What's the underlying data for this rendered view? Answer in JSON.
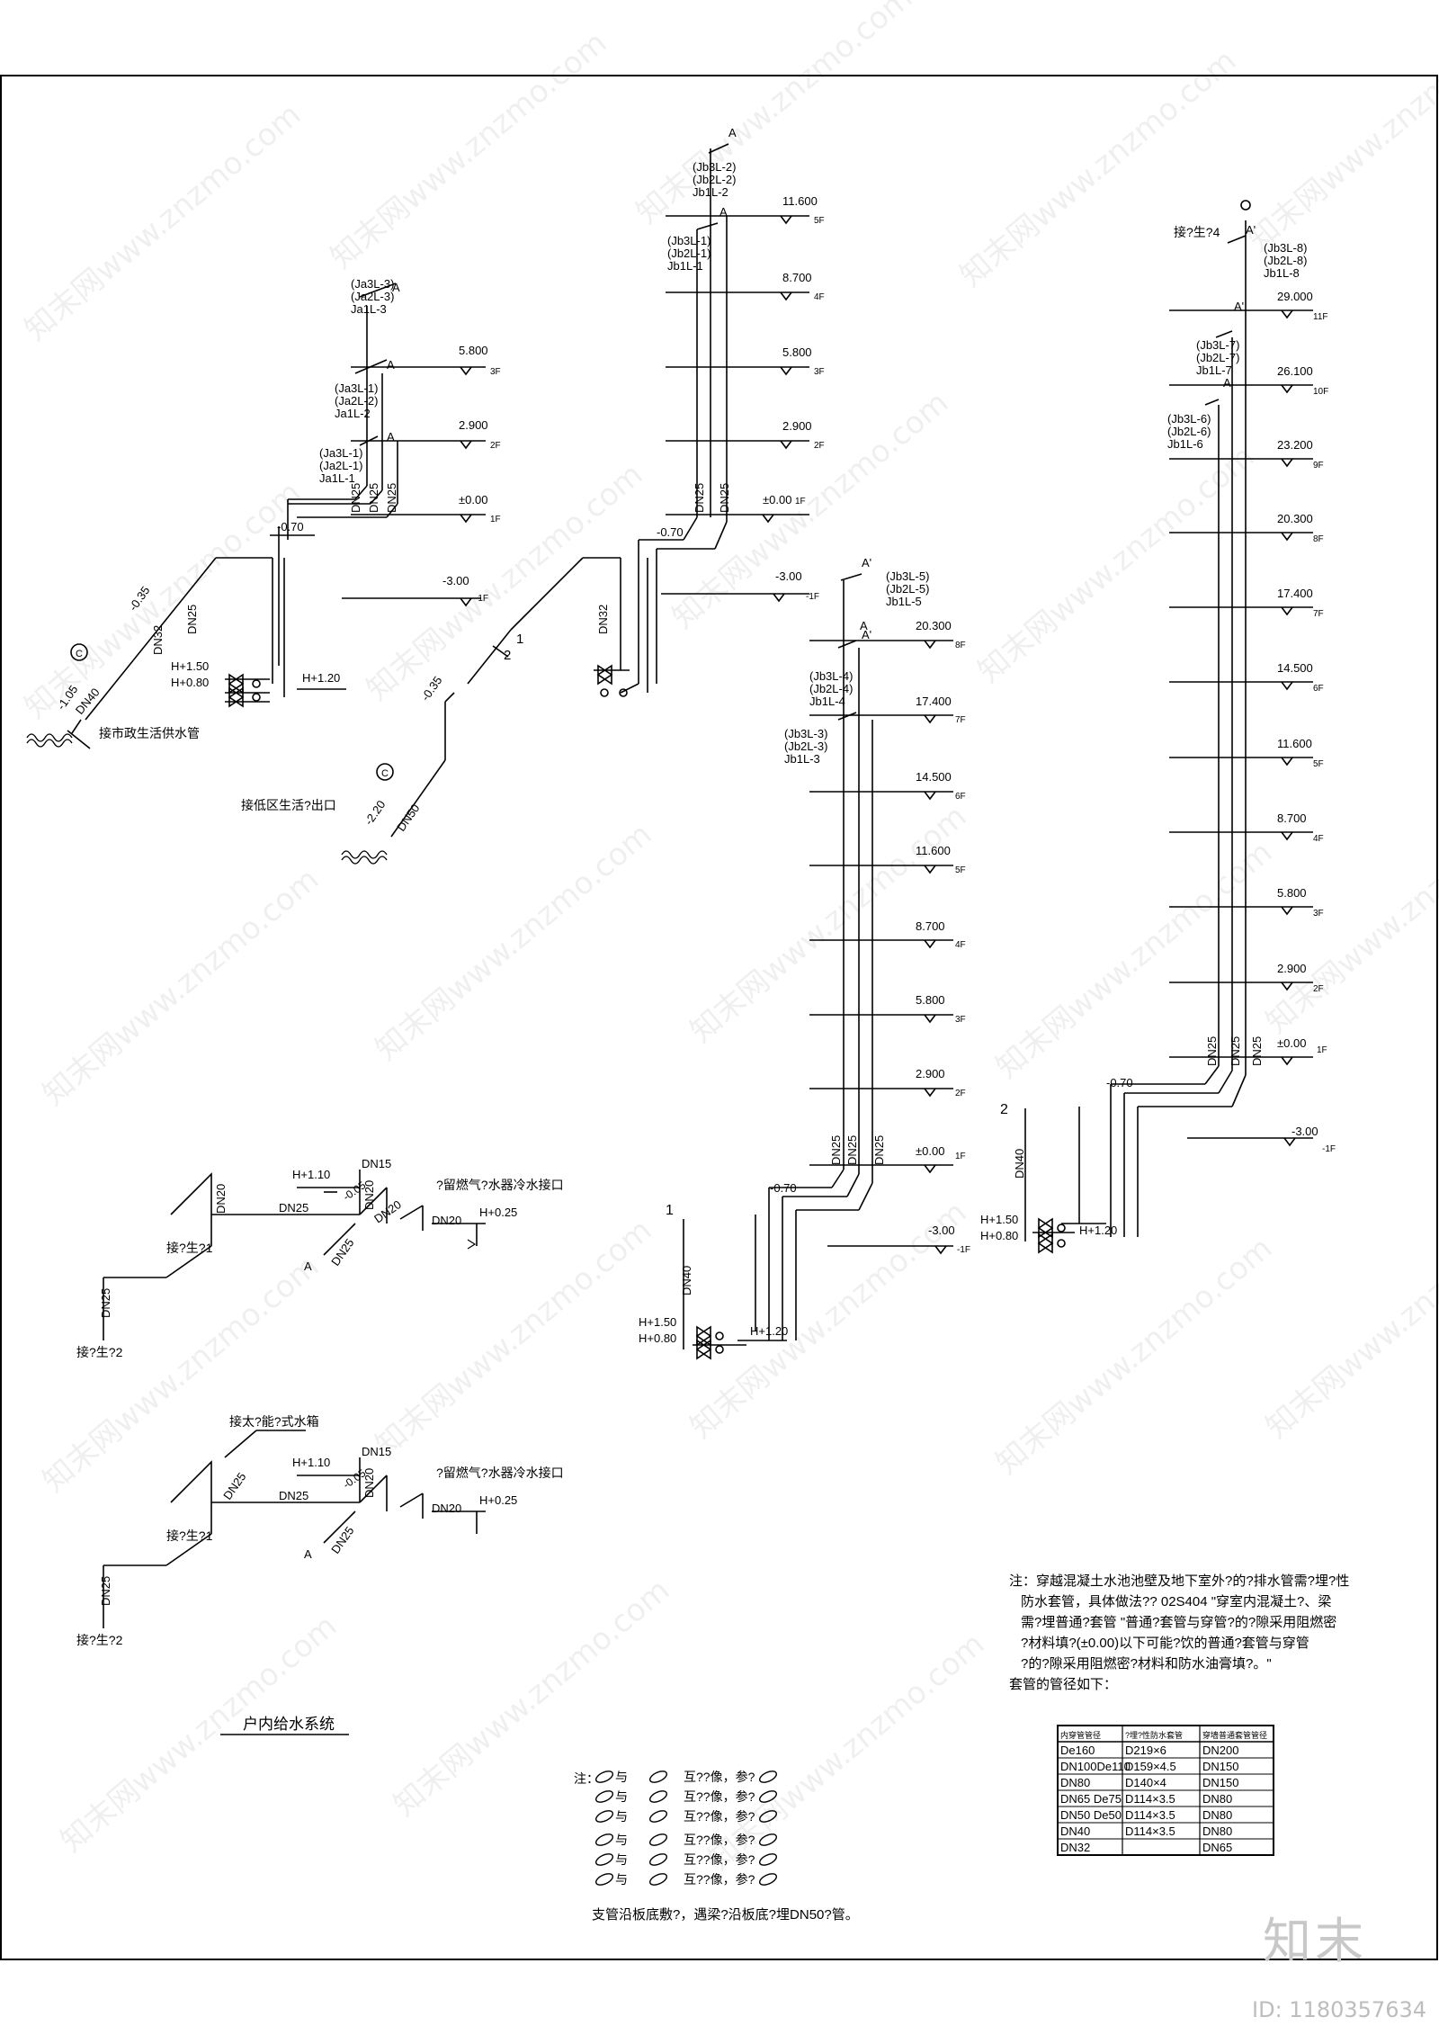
{
  "risers": {
    "A": {
      "tags": [
        {
          "lines": [
            "(Ja3L-3)",
            "(Ja2L-3)",
            "Ja1L-3"
          ]
        },
        {
          "lines": [
            "(Ja3L-1)",
            "(Ja2L-2)",
            "Ja1L-2"
          ]
        },
        {
          "lines": [
            "(Ja3L-1)",
            "(Ja2L-1)",
            "Ja1L-1"
          ]
        }
      ],
      "floors": [
        {
          "elev": "5.800",
          "floor": "3F"
        },
        {
          "elev": "2.900",
          "floor": "2F"
        },
        {
          "elev": "±0.00",
          "floor": "1F"
        },
        {
          "elev": "-3.00",
          "floor": "-1F"
        }
      ],
      "labels": {
        "pipe1": "DN25",
        "pipe2": "DN25",
        "pipe3": "DN25",
        "branch1": "DN32",
        "branch2": "DN25",
        "main": "DN40",
        "elev1": "-0.70",
        "elev2": "-0.35",
        "elev3": "-1.05",
        "h150": "H+1.50",
        "h080": "H+0.80",
        "h120": "H+1.20",
        "mark": "C",
        "connect": "接市政生活供水管"
      }
    },
    "B": {
      "tags": [
        {
          "lines": [
            "(Jb3L-2)",
            "(Jb2L-2)",
            "Jb1L-2"
          ]
        },
        {
          "lines": [
            "(Jb3L-1)",
            "(Jb2L-1)",
            "Jb1L-1"
          ]
        }
      ],
      "floors": [
        {
          "elev": "11.600",
          "floor": "5F"
        },
        {
          "elev": "8.700",
          "floor": "4F"
        },
        {
          "elev": "5.800",
          "floor": "3F"
        },
        {
          "elev": "2.900",
          "floor": "2F"
        },
        {
          "elev": "±0.00",
          "floor": "1F"
        },
        {
          "elev": "-3.00",
          "floor": "-1F"
        }
      ],
      "labels": {
        "pipe1": "DN25",
        "pipe2": "DN25",
        "main": "DN32",
        "main2": "DN50",
        "elev1": "-0.70",
        "elev2": "-0.35",
        "elev3": "-2.20",
        "mark": "C",
        "n1": "1",
        "n2": "2",
        "connect": "接低区生活?出口"
      }
    },
    "C": {
      "tags": [
        {
          "lines": [
            "(Jb3L-5)",
            "(Jb2L-5)",
            "Jb1L-5"
          ]
        },
        {
          "lines": [
            "(Jb3L-4)",
            "(Jb2L-4)",
            "Jb1L-4"
          ]
        },
        {
          "lines": [
            "(Jb3L-3)",
            "(Jb2L-3)",
            "Jb1L-3"
          ]
        }
      ],
      "floors": [
        {
          "elev": "20.300",
          "floor": "8F"
        },
        {
          "elev": "17.400",
          "floor": "7F"
        },
        {
          "elev": "14.500",
          "floor": "6F"
        },
        {
          "elev": "11.600",
          "floor": "5F"
        },
        {
          "elev": "8.700",
          "floor": "4F"
        },
        {
          "elev": "5.800",
          "floor": "3F"
        },
        {
          "elev": "2.900",
          "floor": "2F"
        },
        {
          "elev": "±0.00",
          "floor": "1F"
        },
        {
          "elev": "-3.00",
          "floor": "-1F"
        }
      ],
      "labels": {
        "pipe1": "DN25",
        "pipe2": "DN25",
        "pipe3": "DN25",
        "main": "DN40",
        "elev1": "-0.70",
        "h150": "H+1.50",
        "h080": "H+0.80",
        "h120": "H+1.20",
        "n1": "1"
      }
    },
    "D": {
      "tags": [
        {
          "lines": [
            "(Jb3L-8)",
            "(Jb2L-8)",
            "Jb1L-8"
          ]
        },
        {
          "lines": [
            "(Jb3L-7)",
            "(Jb2L-7)",
            "Jb1L-7"
          ]
        },
        {
          "lines": [
            "(Jb3L-6)",
            "(Jb2L-6)",
            "Jb1L-6"
          ]
        }
      ],
      "floors": [
        {
          "elev": "29.000",
          "floor": "11F"
        },
        {
          "elev": "26.100",
          "floor": "10F"
        },
        {
          "elev": "23.200",
          "floor": "9F"
        },
        {
          "elev": "20.300",
          "floor": "8F"
        },
        {
          "elev": "17.400",
          "floor": "7F"
        },
        {
          "elev": "14.500",
          "floor": "6F"
        },
        {
          "elev": "11.600",
          "floor": "5F"
        },
        {
          "elev": "8.700",
          "floor": "4F"
        },
        {
          "elev": "5.800",
          "floor": "3F"
        },
        {
          "elev": "2.900",
          "floor": "2F"
        },
        {
          "elev": "±0.00",
          "floor": "1F"
        },
        {
          "elev": "-3.00",
          "floor": "-1F"
        }
      ],
      "labels": {
        "pipe1": "DN25",
        "pipe2": "DN25",
        "pipe3": "DN25",
        "main": "DN40",
        "elev1": "-0.70",
        "h150": "H+1.50",
        "h080": "H+0.80",
        "h120": "H+1.20",
        "n2": "2",
        "top": "接?生?4"
      }
    }
  },
  "markers": {
    "A": "A",
    "Aprime": "A'"
  },
  "household1": {
    "dn15": "DN15",
    "h110": "H+1.10",
    "dn20a": "DN20",
    "dn20b": "DN20",
    "dn20c": "DN20",
    "dn25a": "DN25",
    "dn25b": "DN25",
    "dn25c": "DN25",
    "elev": "-0.05",
    "gas": "?留燃气?水器冷水接口",
    "h025": "H+0.25",
    "conn1": "接?生?1",
    "conn2": "接?生?2",
    "mark": "A"
  },
  "household2": {
    "dn15": "DN15",
    "h110": "H+1.10",
    "dn20a": "DN20",
    "dn20b": "DN20",
    "dn25a": "DN25",
    "dn25b": "DN25",
    "dn25c": "DN25",
    "elev": "-0.05",
    "gas": "?留燃气?水器冷水接口",
    "h025": "H+0.25",
    "conn1": "接?生?1",
    "conn2": "接?生?2",
    "solar": "接太?能?式水箱",
    "mark": "A"
  },
  "caption": "户内给水系统",
  "note_main": {
    "lines": [
      "注：穿越混凝土水池池壁及地下室外?的?排水管需?埋?性",
      "防水套管，具体做法??  02S404 \"穿室内混凝土?、梁",
      "需?埋普通?套管 \"普通?套管与穿管?的?隙采用阻燃密",
      "?材料填?(±0.00)以下可能?饮的普通?套管与穿管",
      "?的?隙采用阻燃密?材料和防水油膏填?。\"",
      "套管的管径如下："
    ]
  },
  "table": {
    "headers": [
      "内穿管管径",
      "?埋?性防水套管",
      "穿墙普通套管管径"
    ],
    "rows": [
      [
        "De160",
        "D219×6",
        "DN200"
      ],
      [
        "DN100De110",
        "D159×4.5",
        "DN150"
      ],
      [
        "DN80",
        "D140×4",
        "DN150"
      ],
      [
        "DN65 De75",
        "D114×3.5",
        "DN80"
      ],
      [
        "DN50 De50",
        "D114×3.5",
        "DN80"
      ],
      [
        "DN40",
        "D114×3.5",
        "DN80"
      ],
      [
        "DN32",
        "",
        "DN65"
      ]
    ]
  },
  "legend": {
    "title": "注：",
    "rows": [
      {
        "a": "与",
        "b": "互??像，参?"
      },
      {
        "a": "与",
        "b": "互??像，参?"
      },
      {
        "a": "与",
        "b": "互??像，参?"
      },
      {
        "a": "与",
        "b": "互??像，参?"
      },
      {
        "a": "与",
        "b": "互??像，参?"
      },
      {
        "a": "与",
        "b": "互??像，参?"
      }
    ],
    "footer": "支管沿板底敷?，遇梁?沿板底?埋DN50?管。"
  },
  "watermark": "知末网www.znzmo.com",
  "brand": "知末",
  "image_id": "ID: 1180357634"
}
